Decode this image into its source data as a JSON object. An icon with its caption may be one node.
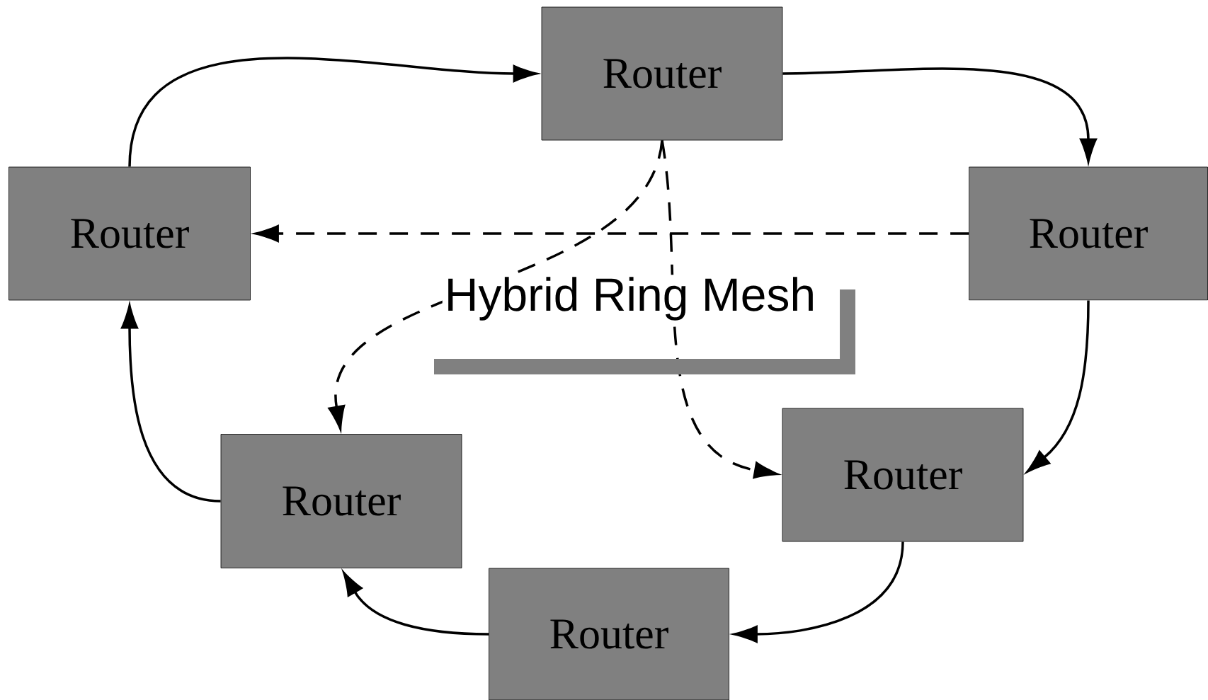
{
  "diagram": {
    "title": "Hybrid Ring Mesh",
    "nodes": [
      {
        "text": [
          "Router"
        ]
      },
      {
        "text": [
          "Router"
        ]
      },
      {
        "text": [
          "Router"
        ]
      },
      {
        "text": [
          "Router"
        ]
      },
      {
        "text": [
          "Router"
        ]
      },
      {
        "text": [
          "Router"
        ]
      }
    ],
    "edges": [
      {
        "from": 1,
        "to": 0,
        "arrow": "to"
      },
      {
        "from": 0,
        "to": 2,
        "arrow": "to"
      },
      {
        "from": 2,
        "to": 3,
        "arrow": "to"
      },
      {
        "from": 3,
        "to": 5,
        "arrow": "to"
      },
      {
        "from": 5,
        "to": 4,
        "arrow": "to"
      },
      {
        "from": 4,
        "to": 1,
        "arrow": "to"
      },
      {
        "from": 2,
        "to": 1,
        "arrow": "to",
        "style": "dashed"
      },
      {
        "from": 0,
        "to": 4,
        "arrow": "to",
        "style": "dashed"
      },
      {
        "from": 0,
        "to": 3,
        "arrow": "to",
        "style": "dashed"
      }
    ]
  }
}
